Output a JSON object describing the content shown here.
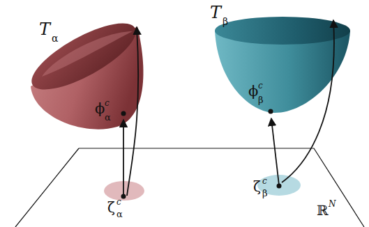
{
  "diagram": {
    "labels": [
      "T",
      "α",
      "T",
      "β",
      "ϕ",
      "c",
      "α",
      "ϕ",
      "c",
      "β",
      "ζ",
      "c",
      "α",
      "ζ",
      "c",
      "β",
      "ℝ",
      "N"
    ]
  }
}
